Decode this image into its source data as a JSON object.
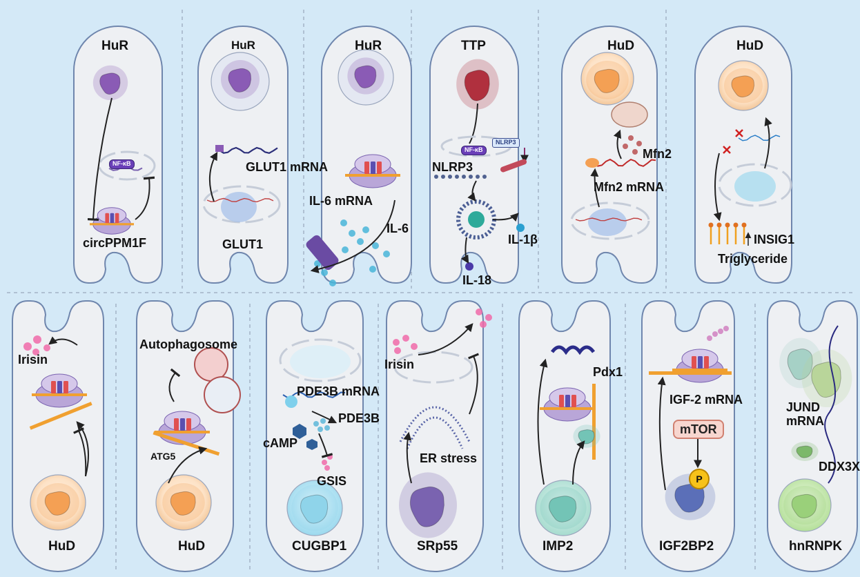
{
  "top_row": [
    {
      "protein": "HuR",
      "labels": {
        "a": "circPPM1F"
      },
      "tag": "NF-κB"
    },
    {
      "protein": "HuR",
      "labels": {
        "a": "GLUT1 mRNA",
        "b": "GLUT1"
      }
    },
    {
      "protein": "HuR",
      "labels": {
        "a": "IL-6 mRNA",
        "b": "IL-6"
      }
    },
    {
      "protein": "TTP",
      "labels": {
        "a": "NLRP3",
        "b": "IL-1β",
        "c": "IL-18"
      },
      "tag": "NF-κB",
      "tag2": "NLRP3"
    },
    {
      "protein": "HuD",
      "labels": {
        "a": "Mfn2",
        "b": "Mfn2 mRNA"
      }
    },
    {
      "protein": "HuD",
      "labels": {
        "a": "INSIG1",
        "b": "Triglyceride"
      }
    }
  ],
  "bottom_row": [
    {
      "protein": "HuD",
      "labels": {
        "a": "Irisin"
      }
    },
    {
      "protein": "HuD",
      "labels": {
        "a": "Autophagosome",
        "b": "ATG5"
      }
    },
    {
      "protein": "CUGBP1",
      "labels": {
        "a": "PDE3B mRNA",
        "b": "PDE3B",
        "c": "cAMP",
        "d": "GSIS"
      }
    },
    {
      "protein": "SRp55",
      "labels": {
        "a": "Irisin",
        "b": "ER stress"
      }
    },
    {
      "protein": "IMP2",
      "labels": {
        "a": "Pdx1"
      }
    },
    {
      "protein": "IGF2BP2",
      "labels": {
        "a": "IGF-2 mRNA",
        "b": "mTOR",
        "c": "P"
      }
    },
    {
      "protein": "hnRNPK",
      "labels": {
        "a": "JUND\nmRNA",
        "b": "DDX3X"
      }
    }
  ],
  "colors": {
    "background": "#d4e9f7",
    "cell_fill": "#eef0f3",
    "cell_stroke": "#6f86ad",
    "hur_purple": "#8a5bb5",
    "hud_orange": "#f4a054",
    "ttp_red": "#b0303e",
    "cugbp1_cyan": "#8fd4ea",
    "srp55_purple": "#7a63b0",
    "imp2_teal": "#73c4b6",
    "igf2bp2_blue": "#5b6fb8",
    "hnrnpk_green": "#9ad07a"
  },
  "icons": [
    "protein-blob-icon",
    "ribosome-icon",
    "mrna-strand-icon",
    "nucleus-icon",
    "mitochondrion-icon",
    "receptor-icon",
    "droplet-icon"
  ]
}
